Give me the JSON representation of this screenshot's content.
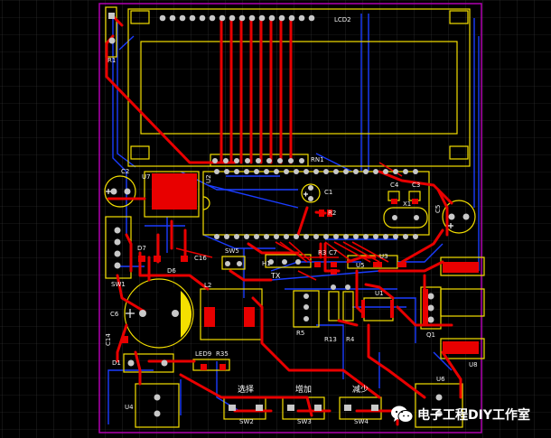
{
  "view": {
    "type": "pcb-layout",
    "colors": {
      "background": "#000000",
      "grid": "#3a3a3a",
      "board_outline": "#b000b0",
      "top_copper": "#e80000",
      "bottom_copper": "#1a3cff",
      "silkscreen": "#f5e000",
      "pad": "#c8c8c8"
    }
  },
  "components": {
    "R1": "R1",
    "LCD2": "LCD2",
    "RN1": "RN1",
    "C2": "C2",
    "U7": "U7",
    "U2": "U2",
    "C1": "C1",
    "R2": "R2",
    "C4": "C4",
    "C3": "C3",
    "X1": "X1",
    "C5": "C5",
    "D7": "D7",
    "D6": "D6",
    "C16": "C16",
    "SW5": "SW5",
    "H1": "H1",
    "TX": "TX",
    "R3": "R3",
    "C7": "C7",
    "U5": "U5",
    "U3": "U3",
    "SW1": "SW1",
    "L2": "L2",
    "C6": "C6",
    "R5": "R5",
    "R13": "R13",
    "R4": "R4",
    "U1": "U1",
    "Q1": "Q1",
    "C14": "C14",
    "D1": "D1",
    "LED9": "LED9",
    "R35": "R35",
    "U8": "U8",
    "U6": "U6",
    "U4": "U4",
    "SW2": "SW2",
    "SW3": "SW3",
    "SW4": "SW4"
  },
  "buttons": {
    "select": "选择",
    "increase": "增加",
    "decrease": "减少"
  },
  "watermark": {
    "text": "电子工程DIY工作室",
    "icon": "wechat-icon"
  }
}
